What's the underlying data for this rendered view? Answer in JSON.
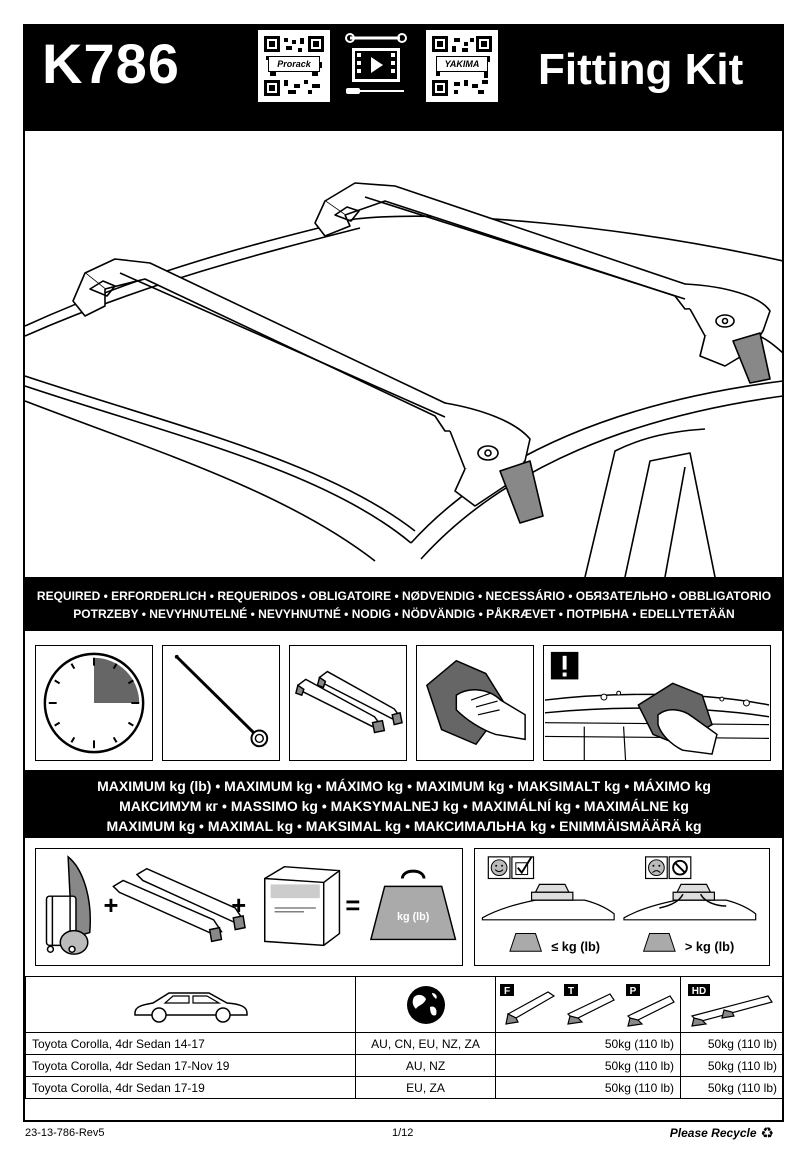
{
  "header": {
    "model_code": "K786",
    "title": "Fitting Kit",
    "qr_left_brand": "Prorack",
    "qr_right_brand": "YAKIMA"
  },
  "required": {
    "line1": "REQUIRED • ERFORDERLICH • REQUERIDOS • OBLIGATOIRE • NØDVENDIG • NECESSÁRIO • ОБЯЗАТЕЛЬНО • OBBLIGATORIO",
    "line2": "POTRZEBY • NEVYHNUTELNÉ • NEVYHNUTNÉ • NODIG • NÖDVÄNDIG • PÅKRÆVET • ПОТРІБНА • EDELLYTETÄÄN"
  },
  "maximum": {
    "line1": "MAXIMUM kg (lb) • MAXIMUM kg • MÁXIMO kg • MAXIMUM kg • MAKSIMALT kg • MÁXIMO kg",
    "line2": "МАКСИМУМ кг • MASSIMO kg • MAKSYMALNEJ kg • MAXIMÁLNÍ kg • MAXIMÁLNE kg",
    "line3": "MAXIMUM kg • MAXIMAL kg • MAKSIMAL kg • МАКСИМАЛЬНА kg • ENIMMÄISMÄÄRÄ kg"
  },
  "load": {
    "weight_label": "kg (lb)",
    "ok_label": "≤ kg (lb)",
    "over_label": "> kg (lb)",
    "sign_ok": "+",
    "sign_eq": "="
  },
  "table": {
    "col_badges": [
      "F",
      "T",
      "P",
      "HD"
    ],
    "rows": [
      {
        "vehicle": "Toyota Corolla, 4dr Sedan 14-17",
        "markets": "AU, CN, EU, NZ, ZA",
        "load_ftp": "50kg (110 lb)",
        "load_hd": "50kg (110 lb)"
      },
      {
        "vehicle": "Toyota Corolla, 4dr Sedan 17-Nov 19",
        "markets": "AU, NZ",
        "load_ftp": "50kg (110 lb)",
        "load_hd": "50kg (110 lb)"
      },
      {
        "vehicle": "Toyota Corolla, 4dr Sedan 17-19",
        "markets": "EU, ZA",
        "load_ftp": "50kg (110 lb)",
        "load_hd": "50kg (110 lb)"
      }
    ]
  },
  "footer": {
    "doc_code": "23-13-786-Rev5",
    "page": "1/12",
    "recycle": "Please Recycle"
  },
  "icons": [
    "qr-code-icon",
    "video-icon",
    "wrench-icon",
    "screwdriver-icon",
    "clock-icon",
    "torx-key-icon",
    "roof-bars-icon",
    "cloth-icon",
    "warning-icon",
    "luggage-icon",
    "weight-icon",
    "happy-face-icon",
    "sad-face-icon",
    "check-icon",
    "prohibited-icon",
    "car-icon",
    "globe-icon",
    "recycle-icon"
  ]
}
